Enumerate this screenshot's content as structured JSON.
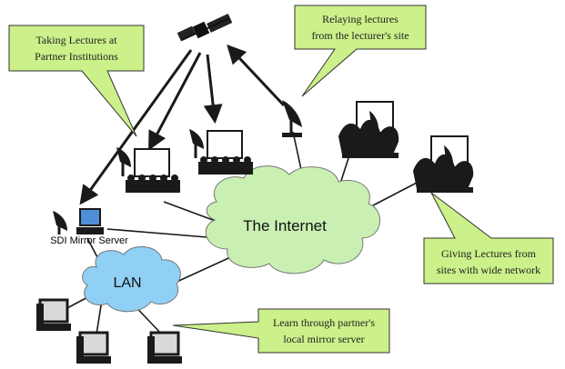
{
  "callouts": {
    "taking_lectures": [
      "Taking Lectures at",
      "Partner Institutions"
    ],
    "relaying_lectures": [
      "Relaying lectures",
      "from the lecturer's site"
    ],
    "giving_lectures": [
      "Giving Lectures from",
      "sites with wide network"
    ],
    "learn_local": [
      "Learn through partner's",
      "local mirror server"
    ]
  },
  "clouds": {
    "internet": "The Internet",
    "lan": "LAN"
  },
  "labels": {
    "mirror_server": "SDI Mirror Server"
  },
  "colors": {
    "callout_fill": "#ccf08a",
    "internet_cloud": "#c9f0b2",
    "lan_cloud": "#8fd0f4",
    "monitor_screen": "#4f8fd8",
    "link_stroke": "#1a1a1a"
  }
}
